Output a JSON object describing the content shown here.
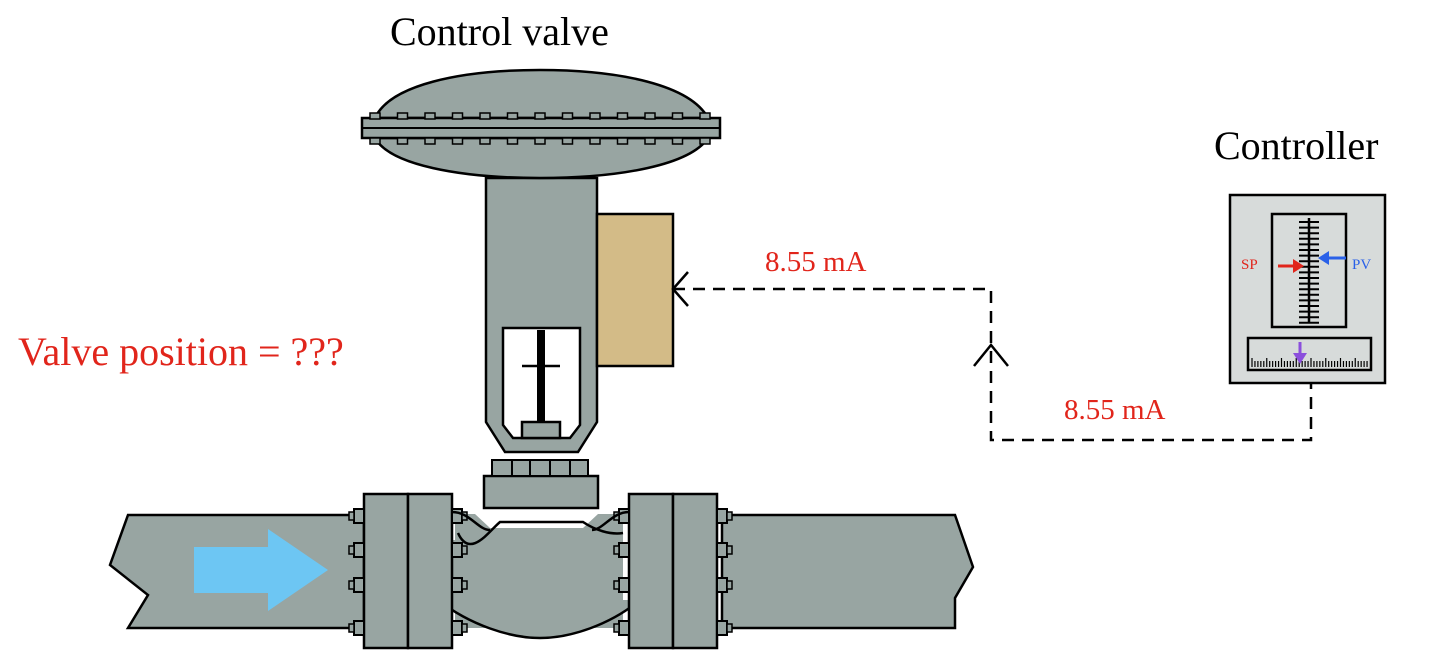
{
  "labels": {
    "control_valve": "Control valve",
    "controller": "Controller",
    "valve_position": "Valve position = ???",
    "signal_to_valve": "8.55 mA",
    "signal_from_controller": "8.55 mA",
    "sp": "SP",
    "pv": "PV"
  },
  "colors": {
    "metal": "#98a5a2",
    "positioner": "#d3bb87",
    "flow_arrow": "#6dc6f3",
    "signal_text": "#e1251b",
    "sp": "#e1251b",
    "pv": "#2a61e8",
    "output_marker": "#8b4fdc",
    "controller_face": "#d7dbda"
  },
  "icons": {
    "flow": "flow-direction-arrow",
    "sp_marker": "setpoint-arrow",
    "pv_marker": "process-variable-arrow",
    "output_marker": "output-arrow"
  }
}
